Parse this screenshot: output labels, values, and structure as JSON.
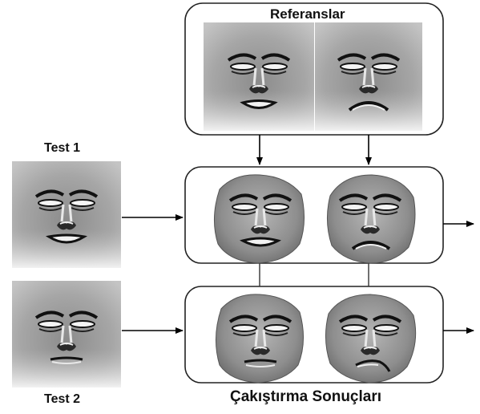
{
  "diagram": {
    "references_label": "Referanslar",
    "test1_label": "Test 1",
    "test2_label": "Test 2",
    "results_label": "Çakıştırma Sonuçları"
  },
  "images": [
    {
      "name": "reference-face-smile",
      "icon": "face-smile-icon"
    },
    {
      "name": "reference-face-frown",
      "icon": "face-frown-icon"
    },
    {
      "name": "test1-face",
      "icon": "face-smile-icon"
    },
    {
      "name": "test2-face",
      "icon": "face-neutral-icon"
    },
    {
      "name": "result-face-1",
      "icon": "face-smile-icon"
    },
    {
      "name": "result-face-2",
      "icon": "face-frown-icon"
    },
    {
      "name": "result-face-3",
      "icon": "face-neutral-icon"
    },
    {
      "name": "result-face-4",
      "icon": "face-smirk-icon"
    }
  ]
}
